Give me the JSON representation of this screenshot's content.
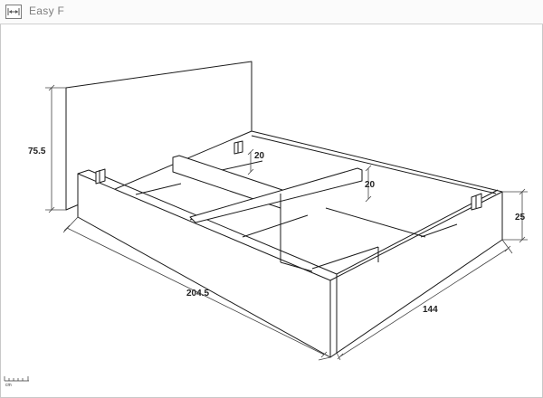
{
  "header": {
    "title": "Easy F",
    "icon": "dimension-arrows-icon"
  },
  "dimensions": {
    "headboard_height": "75.5",
    "length": "204.5",
    "width": "144",
    "frame_height": "25",
    "divider_height_left": "20",
    "divider_height_right": "20"
  },
  "scale": {
    "unit": "cm"
  },
  "colors": {
    "line": "#1a1a1a",
    "dimension_line": "#444444"
  }
}
